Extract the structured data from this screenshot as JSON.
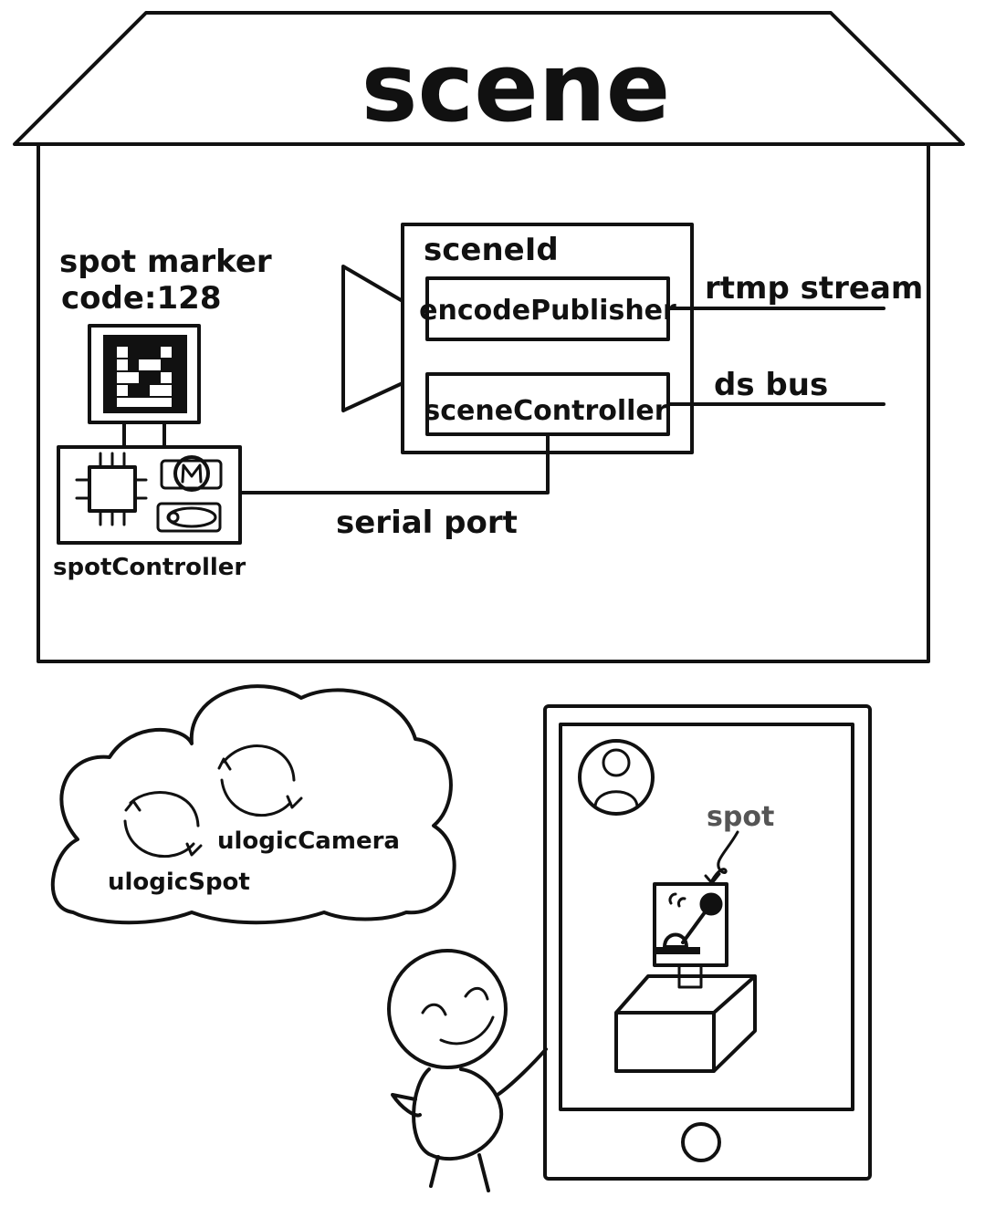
{
  "scene": {
    "title": "scene",
    "scene_id": "sceneId",
    "encode_publisher": "encodePublisher",
    "scene_controller": "sceneController",
    "rtmp_stream": "rtmp stream",
    "ds_bus": "ds bus",
    "serial_port": "serial port",
    "spot_marker_line1": "spot marker",
    "spot_marker_line2": "code:128",
    "spot_controller": "spotController"
  },
  "cloud": {
    "ulogic_camera": "ulogicCamera",
    "ulogic_spot": "ulogicSpot"
  },
  "tablet": {
    "spot_label": "spot"
  }
}
